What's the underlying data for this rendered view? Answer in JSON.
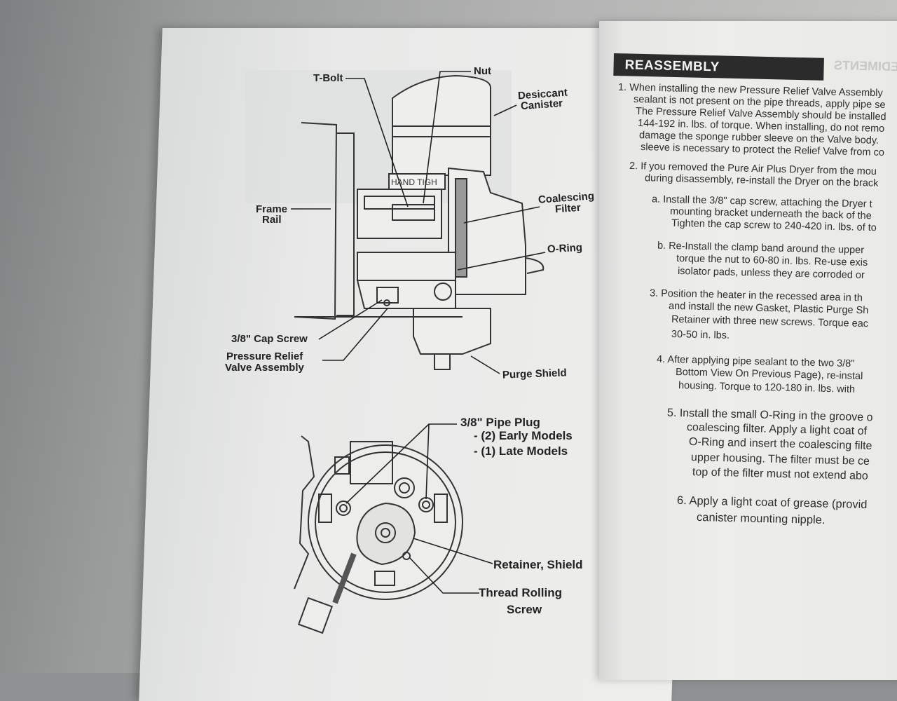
{
  "diagram_labels": {
    "t_bolt": "T-Bolt",
    "nut": "Nut",
    "desiccant_canister_1": "Desiccant",
    "desiccant_canister_2": "Canister",
    "hand_tight": "HAND TIGH",
    "frame_rail_1": "Frame",
    "frame_rail_2": "Rail",
    "coalescing_filter_1": "Coalescing",
    "coalescing_filter_2": "Filter",
    "o_ring": "O-Ring",
    "cap_screw": "3/8\" Cap Screw",
    "pressure_relief_1": "Pressure Relief",
    "pressure_relief_2": "Valve Assembly",
    "purge_shield": "Purge Shield",
    "pipe_plug": "3/8\" Pipe Plug",
    "early_models": "-  (2) Early Models",
    "late_models": "-  (1) Late Models",
    "retainer_shield": "Retainer, Shield",
    "thread_rolling_1": "Thread Rolling",
    "thread_rolling_2": "Screw"
  },
  "section": {
    "title": "REASSEMBLY",
    "ghost_title": "SEDIMENTS"
  },
  "steps": {
    "s1_l1": "1. When installing the new Pressure Relief Valve Assembly",
    "s1_l2": "sealant is not present on the pipe threads, apply pipe se",
    "s1_l3": "The Pressure Relief Valve Assembly should be installed",
    "s1_l4": "144-192 in. lbs. of torque.  When installing, do not remo",
    "s1_l5": "damage the sponge rubber sleeve on the Valve body.",
    "s1_l6": "sleeve is necessary to protect the Relief Valve from co",
    "s2_l1": "2. If you removed the Pure Air Plus Dryer from the mou",
    "s2_l2": "during disassembly, re-install the Dryer on the brack",
    "sa_l1": "a.  Install the 3/8\" cap screw, attaching the Dryer t",
    "sa_l2": "mounting bracket underneath the back of the",
    "sa_l3": "Tighten the cap screw to 240-420 in. lbs. of to",
    "sb_l1": "b.  Re-Install the clamp band around the upper",
    "sb_l2": "torque the nut to 60-80 in. lbs. Re-use exis",
    "sb_l3": "isolator pads, unless they are corroded or",
    "s3_l1": "3. Position the heater in the recessed area in th",
    "s3_l2": "and install the new Gasket, Plastic Purge Sh",
    "s3_l3": "Retainer with three new screws.  Torque eac",
    "s3_l4": "30-50 in. lbs.",
    "s4_l1": "4. After applying pipe sealant to the two 3/8\"",
    "s4_l2": "Bottom View On Previous Page), re-instal",
    "s4_l3": "housing.  Torque to 120-180 in. lbs. with",
    "s5_l1": "5. Install the small O-Ring in the groove o",
    "s5_l2": "coalescing filter.  Apply a light coat of",
    "s5_l3": "O-Ring and insert the coalescing filte",
    "s5_l4": "upper housing.  The filter must be ce",
    "s5_l5": "top of the filter must not extend abo",
    "s6_l1": "6. Apply a light coat of grease (provid",
    "s6_l2": "canister mounting nipple."
  }
}
